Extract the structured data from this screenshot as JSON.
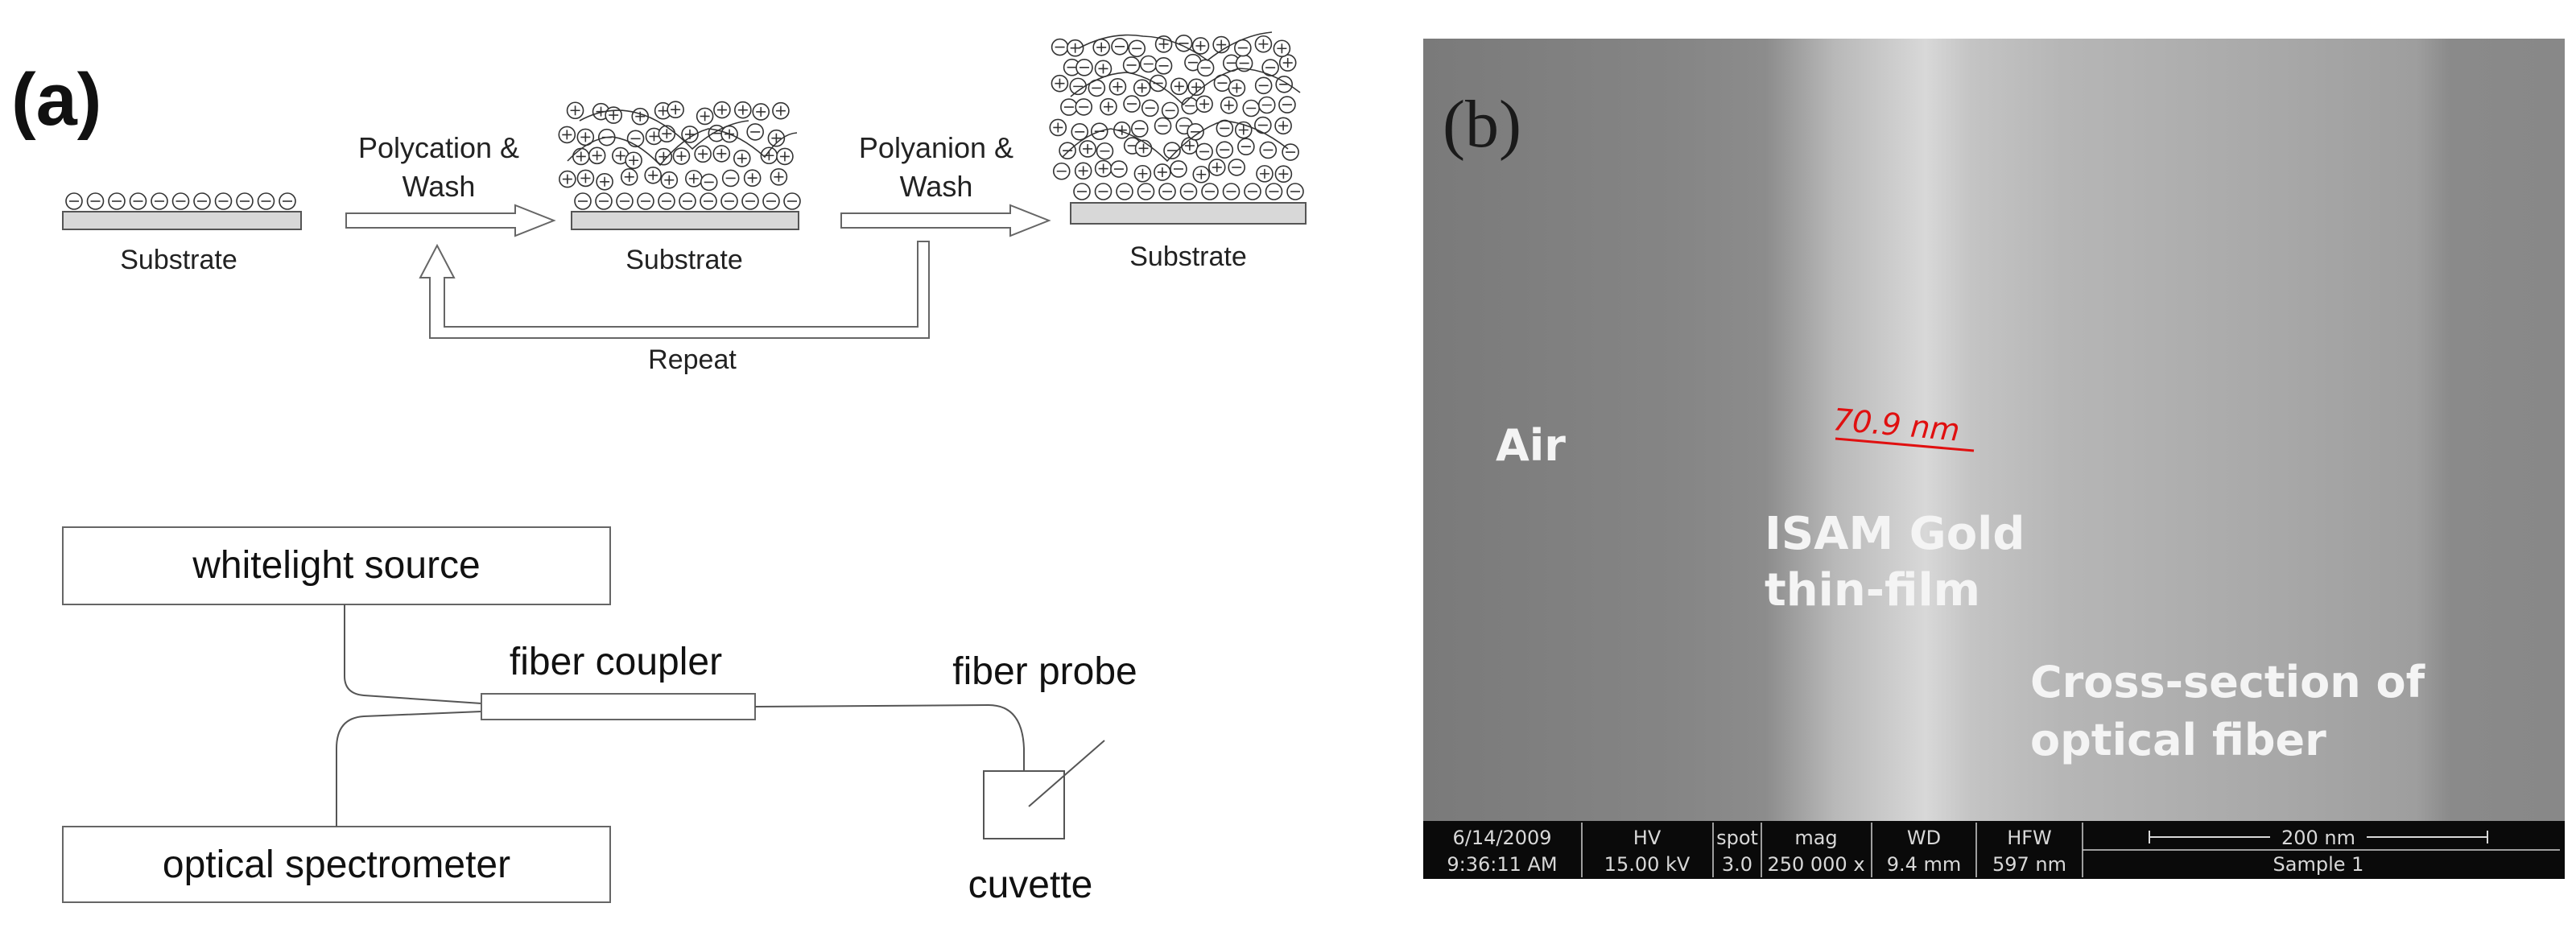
{
  "panel_a": {
    "label": "(a)",
    "substrate_label": "Substrate",
    "step1_label_line1": "Polycation &",
    "step1_label_line2": "Wash",
    "step2_label_line1": "Polyanion &",
    "step2_label_line2": "Wash",
    "repeat_label": "Repeat",
    "setup": {
      "source_label": "whitelight source",
      "spectrometer_label": "optical spectrometer",
      "coupler_label": "fiber coupler",
      "probe_label": "fiber probe",
      "cuvette_label": "cuvette"
    }
  },
  "panel_b": {
    "label": "(b)",
    "air_label": "Air",
    "film_label_line1": "ISAM Gold",
    "film_label_line2": "thin-film",
    "fiber_label_line1": "Cross-section of",
    "fiber_label_line2": "optical fiber",
    "measurement": "70.9 nm",
    "measurement_color": "#e01010",
    "databar": {
      "date": "6/14/2009",
      "time": "9:36:11 AM",
      "hv_label": "HV",
      "hv_value": "15.00 kV",
      "spot_label": "spot",
      "spot_value": "3.0",
      "mag_label": "mag",
      "mag_value": "250 000 x",
      "wd_label": "WD",
      "wd_value": "9.4 mm",
      "hfw_label": "HFW",
      "hfw_value": "597 nm",
      "scale_label": "200 nm",
      "sample_label": "Sample 1"
    }
  }
}
